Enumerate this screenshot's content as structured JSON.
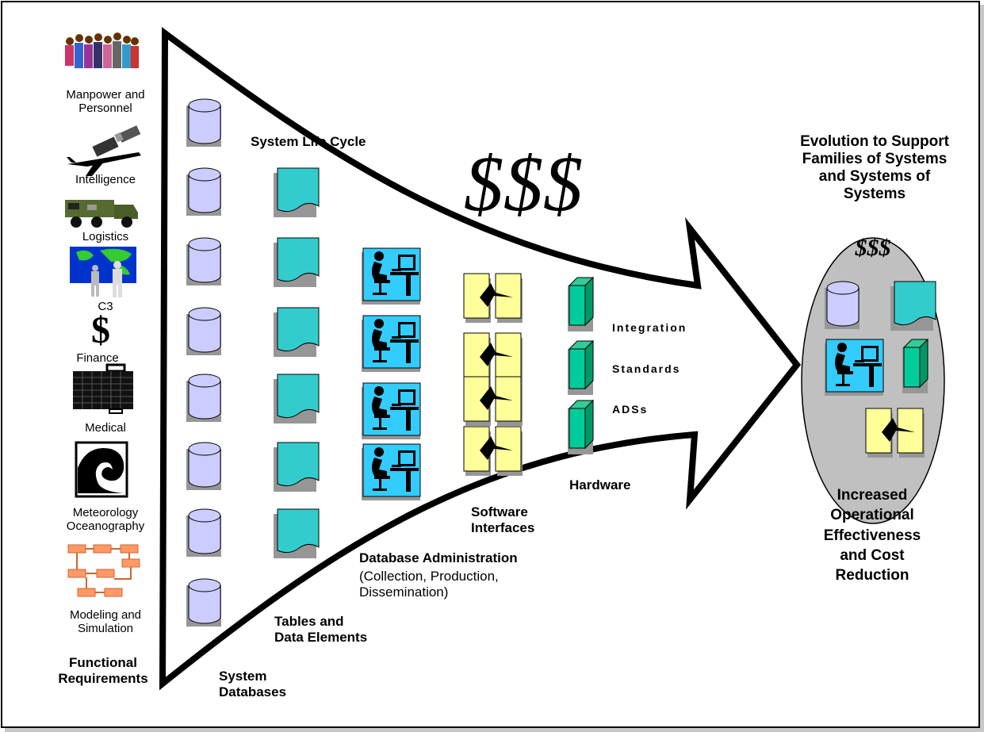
{
  "functional_areas": [
    {
      "label": "Manpower and\nPersonnel",
      "icon": "people-group-icon"
    },
    {
      "label": "Intelligence",
      "icon": "satellite-aircraft-icon"
    },
    {
      "label": "Logistics",
      "icon": "military-truck-icon"
    },
    {
      "label": "C3",
      "icon": "world-map-soldiers-icon"
    },
    {
      "label": "Finance",
      "icon": "dollar-sign-icon"
    },
    {
      "label": "Medical",
      "icon": "medical-case-icon"
    },
    {
      "label": "Meteorology\nOceanography",
      "icon": "wave-icon"
    },
    {
      "label": "Modeling and\nSimulation",
      "icon": "flowchart-icon"
    }
  ],
  "left_title": "Functional\nRequirements",
  "funnel": {
    "top_label": "System Life Cycle",
    "cost": "$$$",
    "stage_labels": {
      "system_databases": "System\nDatabases",
      "tables": "Tables and\nData Elements",
      "db_admin": "Database Administration",
      "db_admin_detail": "(Collection, Production,\nDissemination)",
      "software_interfaces": "Software\nInterfaces",
      "hardware": "Hardware",
      "integration": "Integration",
      "standards": "Standards",
      "adss": "ADSs"
    }
  },
  "result": {
    "title": "Evolution to Support\nFamilies of Systems\nand Systems of\nSystems",
    "cost": "$$$",
    "outcome": "Increased\nOperational\nEffectiveness\nand Cost\nReduction"
  },
  "colors": {
    "cylinder": "#ccccff",
    "document": "#33cccc",
    "workstation_bg": "#33ccff",
    "interface_box": "#ffff99",
    "hardware_box": "#00cc99",
    "ellipse": "#c0c0c0",
    "shadow": "#969696"
  }
}
